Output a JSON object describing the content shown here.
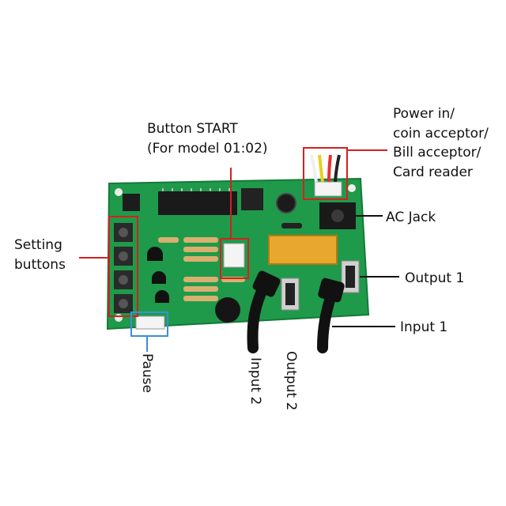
{
  "labels": {
    "button_start_line1": "Button START",
    "button_start_line2": "(For model 01:02)",
    "power_line1": "Power in/",
    "power_line2": "coin acceptor/",
    "power_line3": "Bill acceptor/",
    "power_line4": "Card reader",
    "ac_jack": "AC Jack",
    "setting_line1": "Setting",
    "setting_line2": "buttons",
    "output1": "Output 1",
    "input1": "Input 1",
    "pause": "Pause",
    "input2": "Input 2",
    "output2": "Output 2"
  },
  "colors": {
    "board": "#1f9a4a",
    "board_dark": "#157a38",
    "red_box": "#d42020",
    "blue_box": "#3a8fd8",
    "leader_line": "#111111"
  }
}
